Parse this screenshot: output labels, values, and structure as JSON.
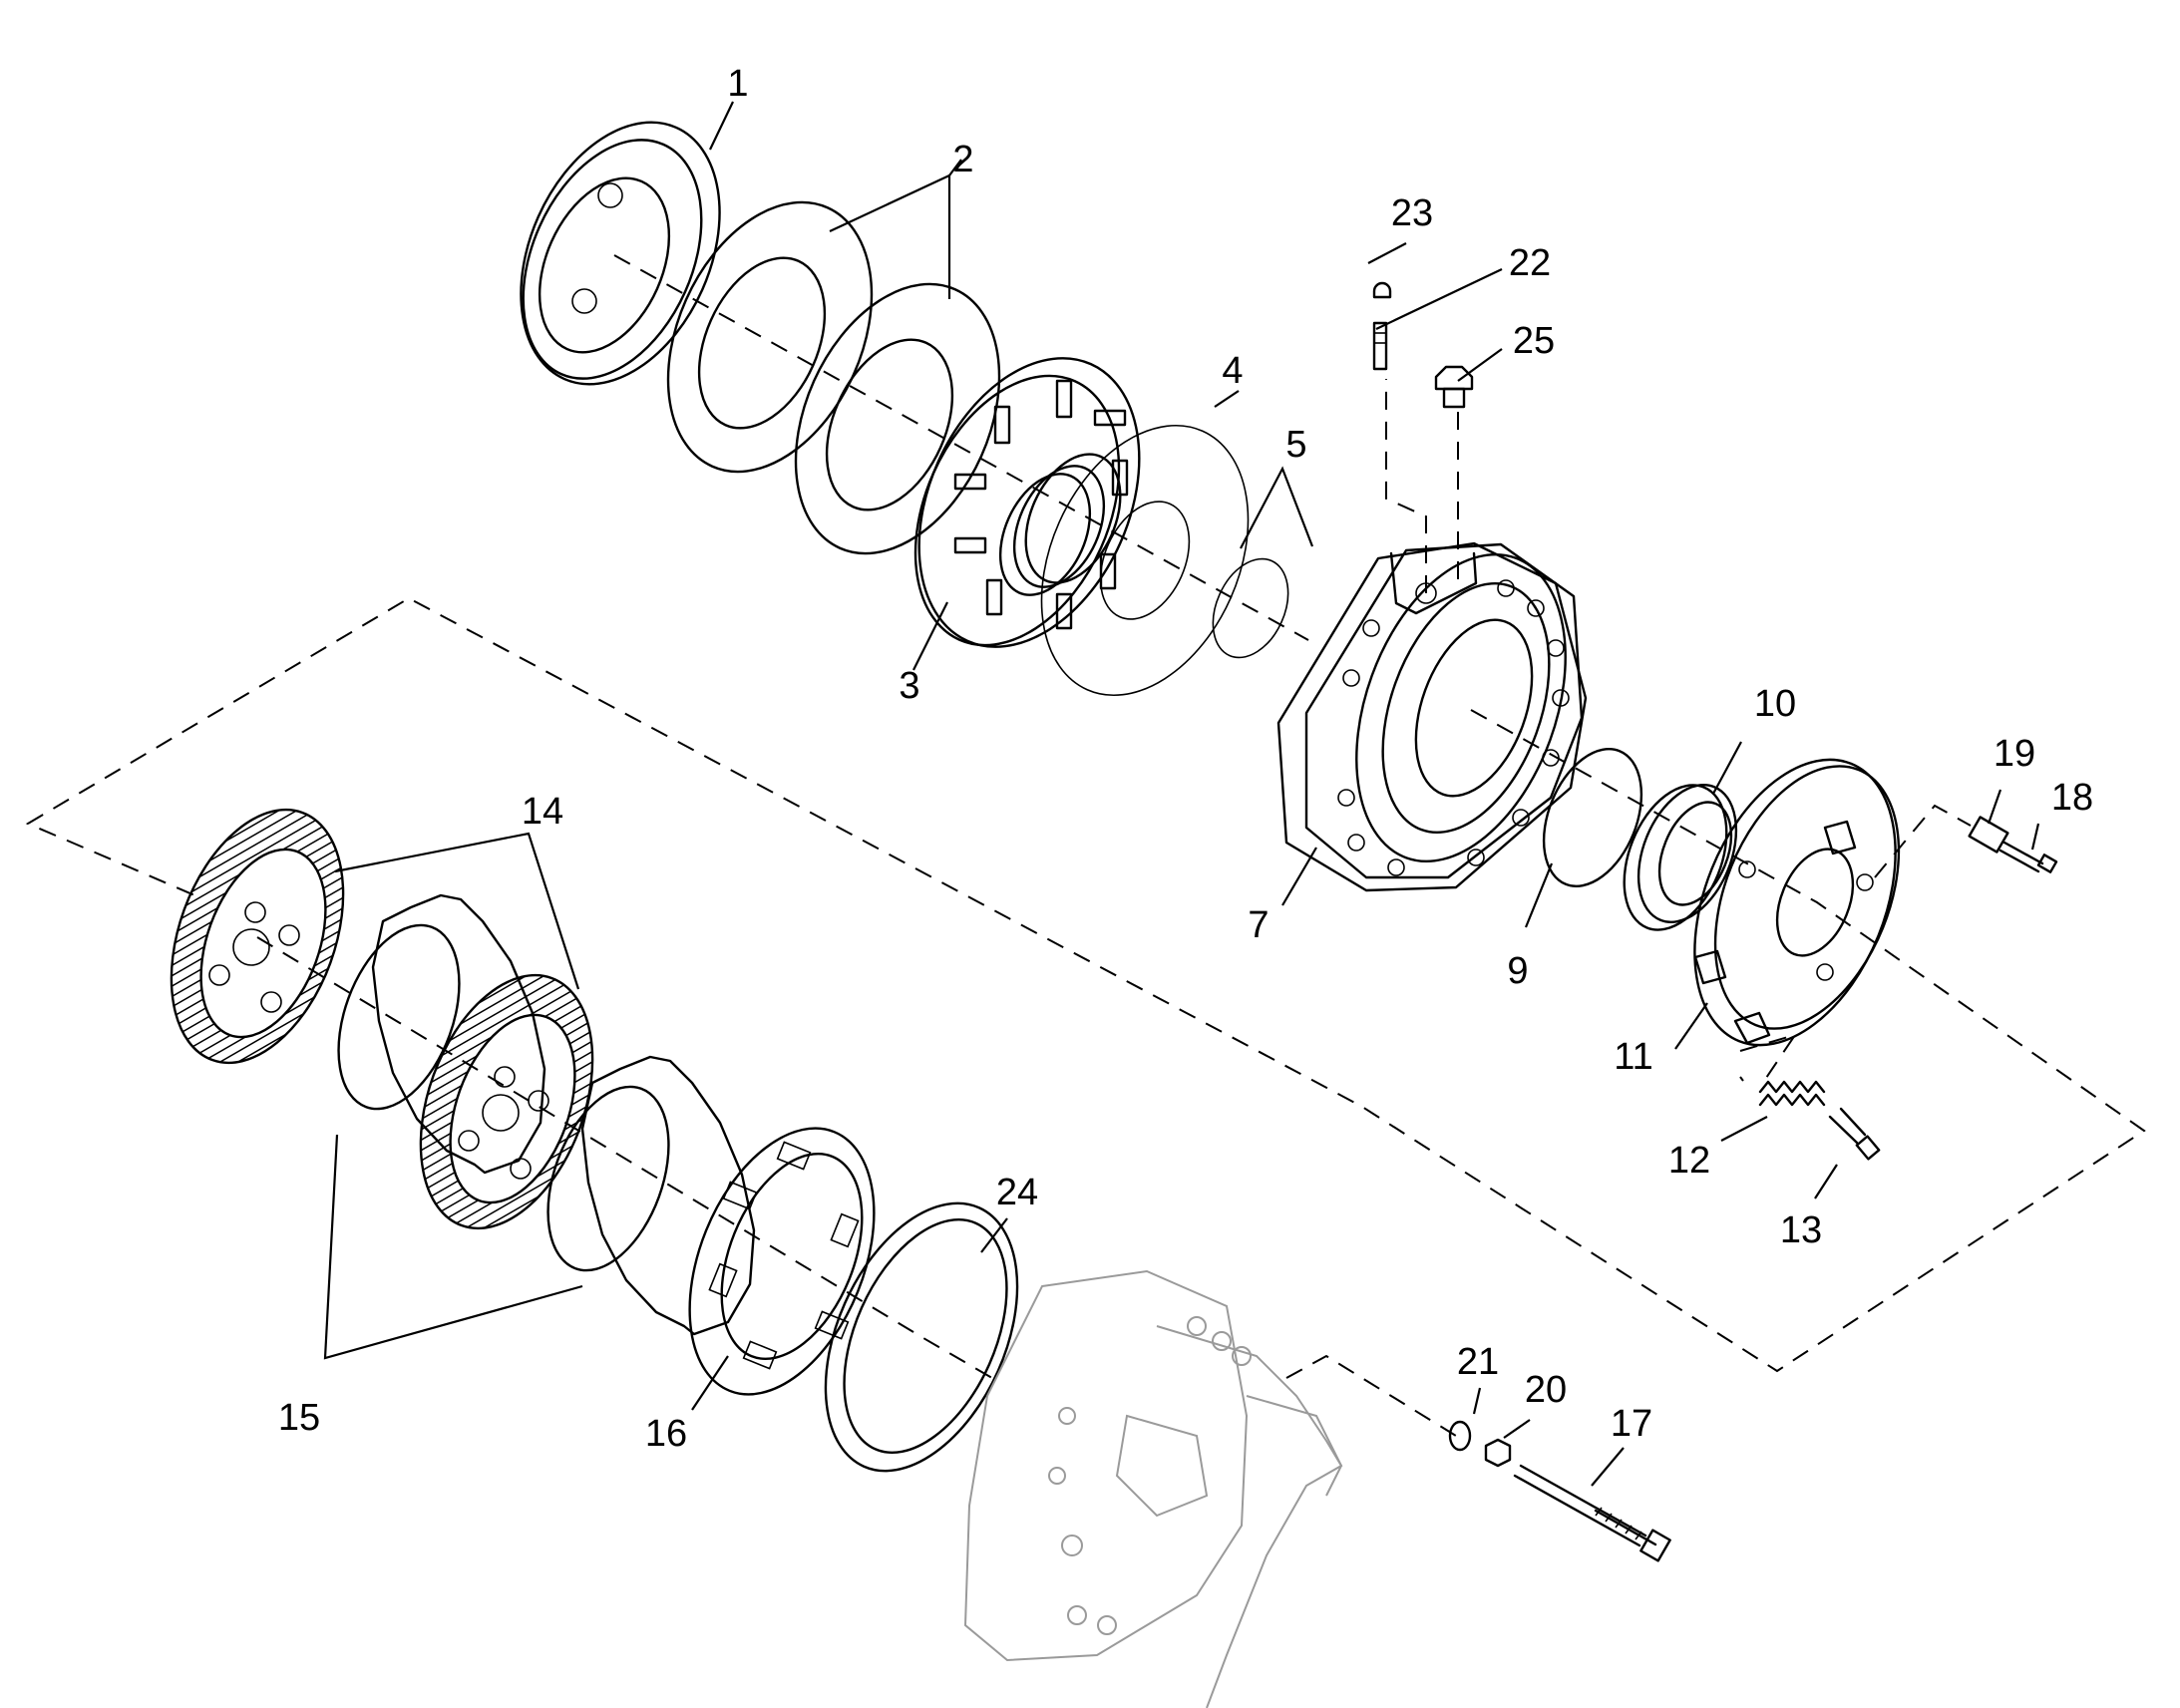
{
  "diagram": {
    "callouts": [
      {
        "id": "c1",
        "text": "1"
      },
      {
        "id": "c2",
        "text": "2"
      },
      {
        "id": "c3",
        "text": "3"
      },
      {
        "id": "c4",
        "text": "4"
      },
      {
        "id": "c5",
        "text": "5"
      },
      {
        "id": "c7",
        "text": "7"
      },
      {
        "id": "c9",
        "text": "9"
      },
      {
        "id": "c10",
        "text": "10"
      },
      {
        "id": "c11",
        "text": "11"
      },
      {
        "id": "c12",
        "text": "12"
      },
      {
        "id": "c13",
        "text": "13"
      },
      {
        "id": "c14",
        "text": "14"
      },
      {
        "id": "c15",
        "text": "15"
      },
      {
        "id": "c16",
        "text": "16"
      },
      {
        "id": "c17",
        "text": "17"
      },
      {
        "id": "c18",
        "text": "18"
      },
      {
        "id": "c19",
        "text": "19"
      },
      {
        "id": "c20",
        "text": "20"
      },
      {
        "id": "c21",
        "text": "21"
      },
      {
        "id": "c22",
        "text": "22"
      },
      {
        "id": "c23",
        "text": "23"
      },
      {
        "id": "c24",
        "text": "24"
      },
      {
        "id": "c25",
        "text": "25"
      }
    ],
    "colors": {
      "line": "#000000",
      "ghost_part": "#9a9a9a",
      "background": "#ffffff"
    }
  }
}
